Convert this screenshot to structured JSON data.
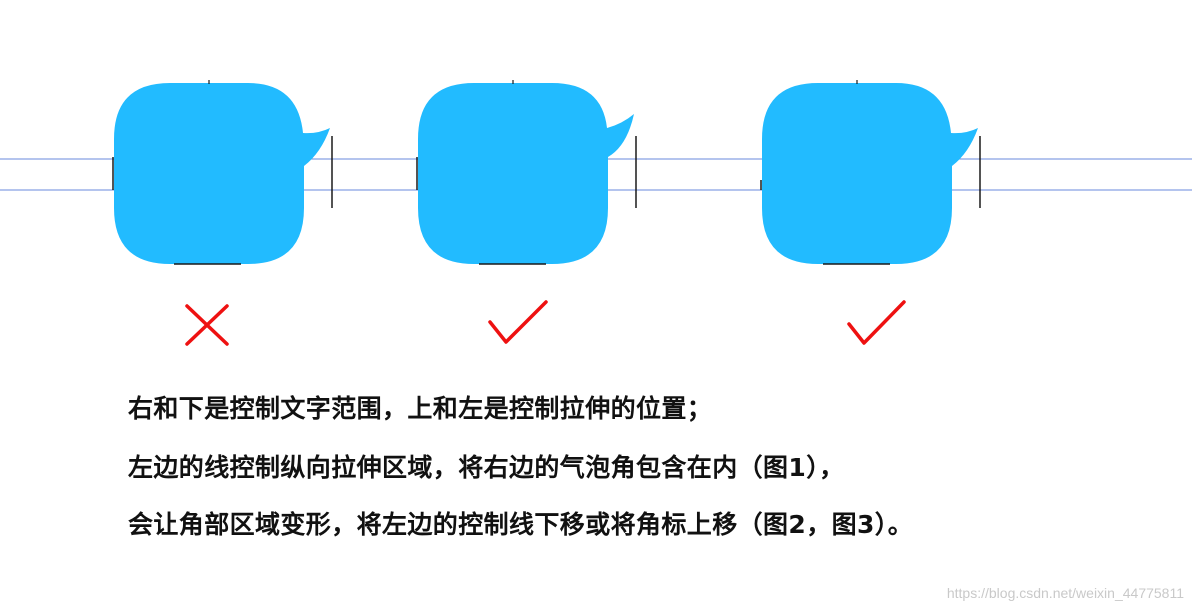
{
  "colors": {
    "bubble_fill": "#22bbff",
    "guide_line": "#4e73d6",
    "slice_mark": "#1a1a1a",
    "wrong_mark": "#ee1111",
    "right_mark": "#ee1111",
    "caption_text": "#111111",
    "watermark_text": "#c9c9c9"
  },
  "figures": [
    {
      "id": "figure-1",
      "verdict": "wrong",
      "verdict_icon": "cross-icon"
    },
    {
      "id": "figure-2",
      "verdict": "correct",
      "verdict_icon": "checkmark-icon"
    },
    {
      "id": "figure-3",
      "verdict": "correct",
      "verdict_icon": "checkmark-icon"
    }
  ],
  "caption": {
    "line1": "右和下是控制文字范围，上和左是控制拉伸的位置；",
    "line2": "左边的线控制纵向拉伸区域，将右边的气泡角包含在内（图1），",
    "line3": "会让角部区域变形，将左边的控制线下移或将角标上移（图2，图3）。"
  },
  "watermark": "https://blog.csdn.net/weixin_44775811"
}
